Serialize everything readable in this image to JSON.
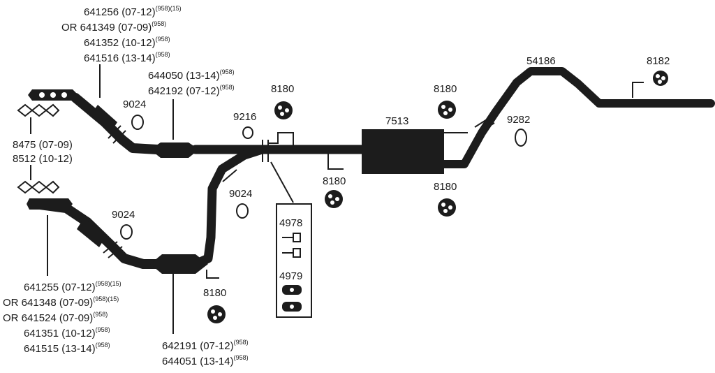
{
  "left_upper_callout": [
    {
      "prefix": "",
      "part": "641256 (07-12)",
      "notes": "(958)(15)"
    },
    {
      "prefix": "OR",
      "part": "641349 (07-09)",
      "notes": "(958)"
    },
    {
      "prefix": "",
      "part": "641352 (10-12)",
      "notes": "(958)"
    },
    {
      "prefix": "",
      "part": "641516 (13-14)",
      "notes": "(958)"
    }
  ],
  "left_lower_callout": [
    {
      "prefix": "",
      "part": "641255 (07-12)",
      "notes": "(958)(15)"
    },
    {
      "prefix": "OR",
      "part": "641348 (07-09)",
      "notes": "(958)(15)"
    },
    {
      "prefix": "OR",
      "part": "641524 (07-09)",
      "notes": "(958)"
    },
    {
      "prefix": "",
      "part": "641351 (10-12)",
      "notes": "(958)"
    },
    {
      "prefix": "",
      "part": "641515 (13-14)",
      "notes": "(958)"
    }
  ],
  "upper_cat_callout": [
    {
      "part": "644050 (13-14)",
      "notes": "(958)"
    },
    {
      "part": "642192 (07-12)",
      "notes": "(958)"
    }
  ],
  "lower_cat_callout": [
    {
      "part": "642191 (07-12)",
      "notes": "(958)"
    },
    {
      "part": "644051 (13-14)",
      "notes": "(958)"
    }
  ],
  "gasket_callout": [
    "8475 (07-09)",
    "8512 (10-12)"
  ],
  "labels": {
    "clamp_upper": "9024",
    "clamp_lower": "9024",
    "clamp_mid": "9024",
    "ring_small": "9216",
    "hanger_upper_mid": "8180",
    "hanger_under_pipe": "8180",
    "hanger_lower": "8180",
    "hanger_muffler_top": "8180",
    "hanger_muffler_bottom": "8180",
    "muffler": "7513",
    "clamp_rear": "9282",
    "tailpipe": "54186",
    "hanger_tail": "8182",
    "box_top": "4978",
    "box_bottom": "4979"
  }
}
